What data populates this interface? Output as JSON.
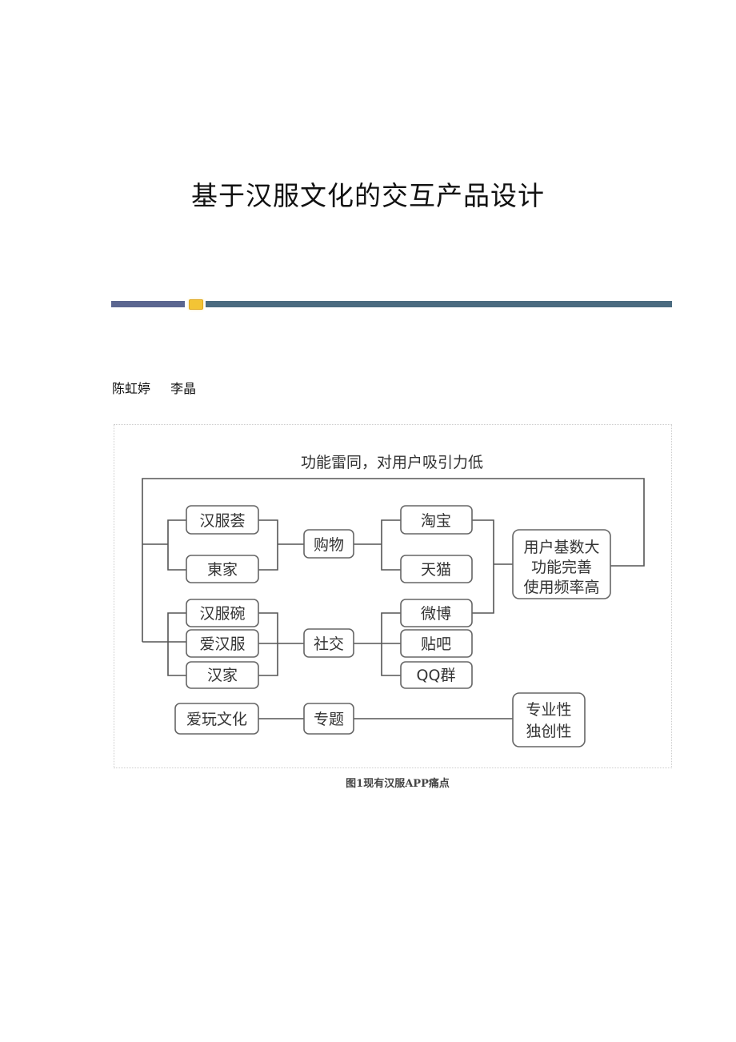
{
  "title": "基于汉服文化的交互产品设计",
  "authors": [
    "陈虹婷",
    "李晶"
  ],
  "figure": {
    "heading": "功能雷同，对用户吸引力低",
    "shopping_apps": [
      "汉服荟",
      "東家"
    ],
    "shopping_label": "购物",
    "shopping_platforms": [
      "淘宝",
      "天猫"
    ],
    "social_apps": [
      "汉服碗",
      "爱汉服",
      "汉家"
    ],
    "social_label": "社交",
    "social_platforms": [
      "微博",
      "贴吧",
      "QQ群"
    ],
    "platform_traits": [
      "用户基数大",
      "功能完善",
      "使用频率高"
    ],
    "culture_app": "爱玩文化",
    "culture_label": "专题",
    "culture_traits": [
      "专业性",
      "独创性"
    ],
    "caption": "图1现有汉服APP痛点"
  }
}
